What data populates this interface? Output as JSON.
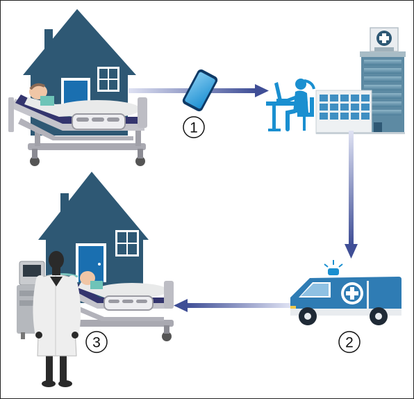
{
  "steps": [
    {
      "label": "1"
    },
    {
      "label": "2"
    },
    {
      "label": "3"
    }
  ],
  "colors": {
    "house": "#2e5874",
    "arrow": "#3f4e96",
    "accent": "#1a8fd0",
    "bed": "#b9b9c0",
    "mattress": "#34356e",
    "sheet": "#e9eaea",
    "skin": "#f0c6a6",
    "ambulance": "#2f7cb4",
    "doctor": "#2a2a2a",
    "coat": "#eeeeee"
  },
  "icons": [
    "house-icon",
    "hospital-bed-icon",
    "smartphone-icon",
    "nurse-at-computer-icon",
    "hospital-building-icon",
    "ambulance-icon",
    "doctor-icon",
    "ventilator-icon"
  ]
}
